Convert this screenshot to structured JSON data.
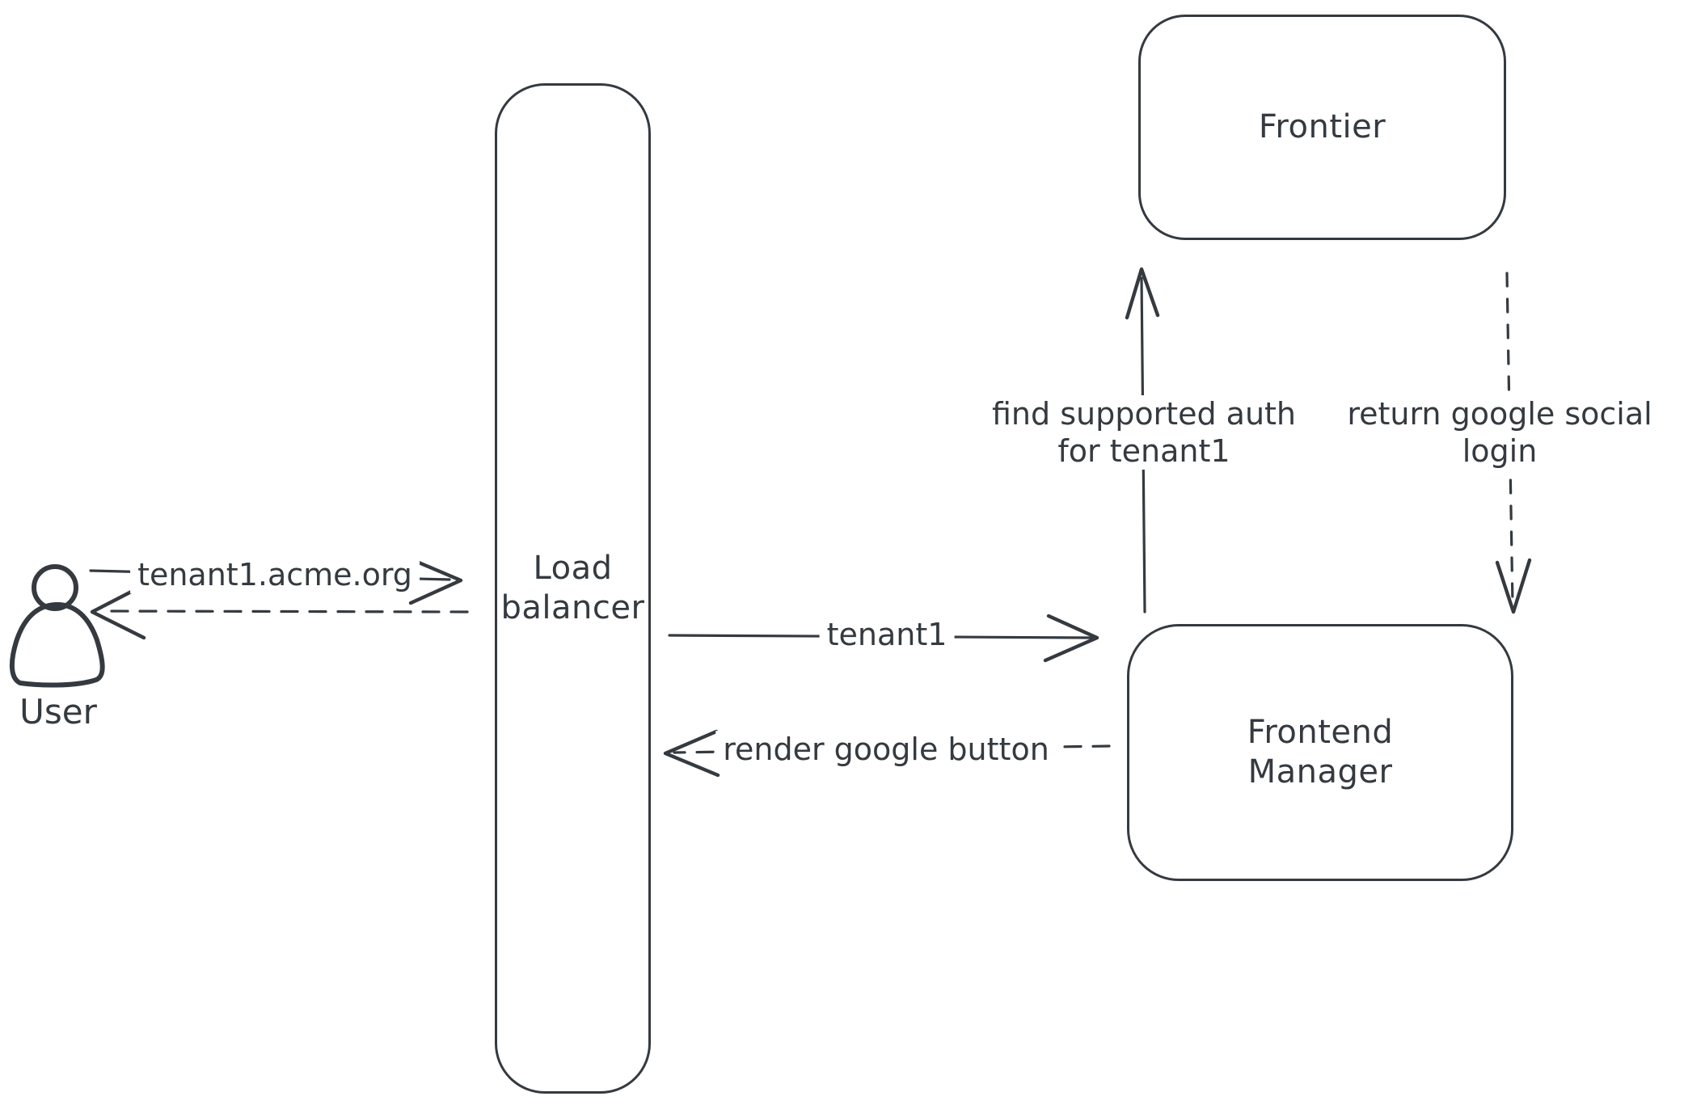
{
  "colors": {
    "stroke": "#343a40",
    "background": "#ffffff",
    "hatch_fill": "#c9d1dc"
  },
  "actor": {
    "name": "User"
  },
  "nodes": {
    "load_balancer": {
      "label": [
        "Load",
        "balancer"
      ]
    },
    "frontier": {
      "label": [
        "Frontier"
      ]
    },
    "frontend_manager": {
      "label": [
        "Frontend",
        "Manager"
      ]
    }
  },
  "arrows": {
    "user_to_load_balancer": {
      "label": "tenant1.acme.org",
      "line": "solid",
      "direction": "right"
    },
    "load_balancer_to_user": {
      "label": "",
      "line": "dashed",
      "direction": "left"
    },
    "load_balancer_to_frontend_manager": {
      "label": "tenant1",
      "line": "solid",
      "direction": "right"
    },
    "frontend_manager_to_load_balancer": {
      "label": "render google button",
      "line": "dashed",
      "direction": "left"
    },
    "frontend_manager_to_frontier": {
      "label": [
        "find supported auth",
        "for tenant1"
      ],
      "line": "solid",
      "direction": "up"
    },
    "frontier_to_frontend_manager": {
      "label": [
        "return google social",
        "login"
      ],
      "line": "dashed",
      "direction": "down"
    }
  }
}
